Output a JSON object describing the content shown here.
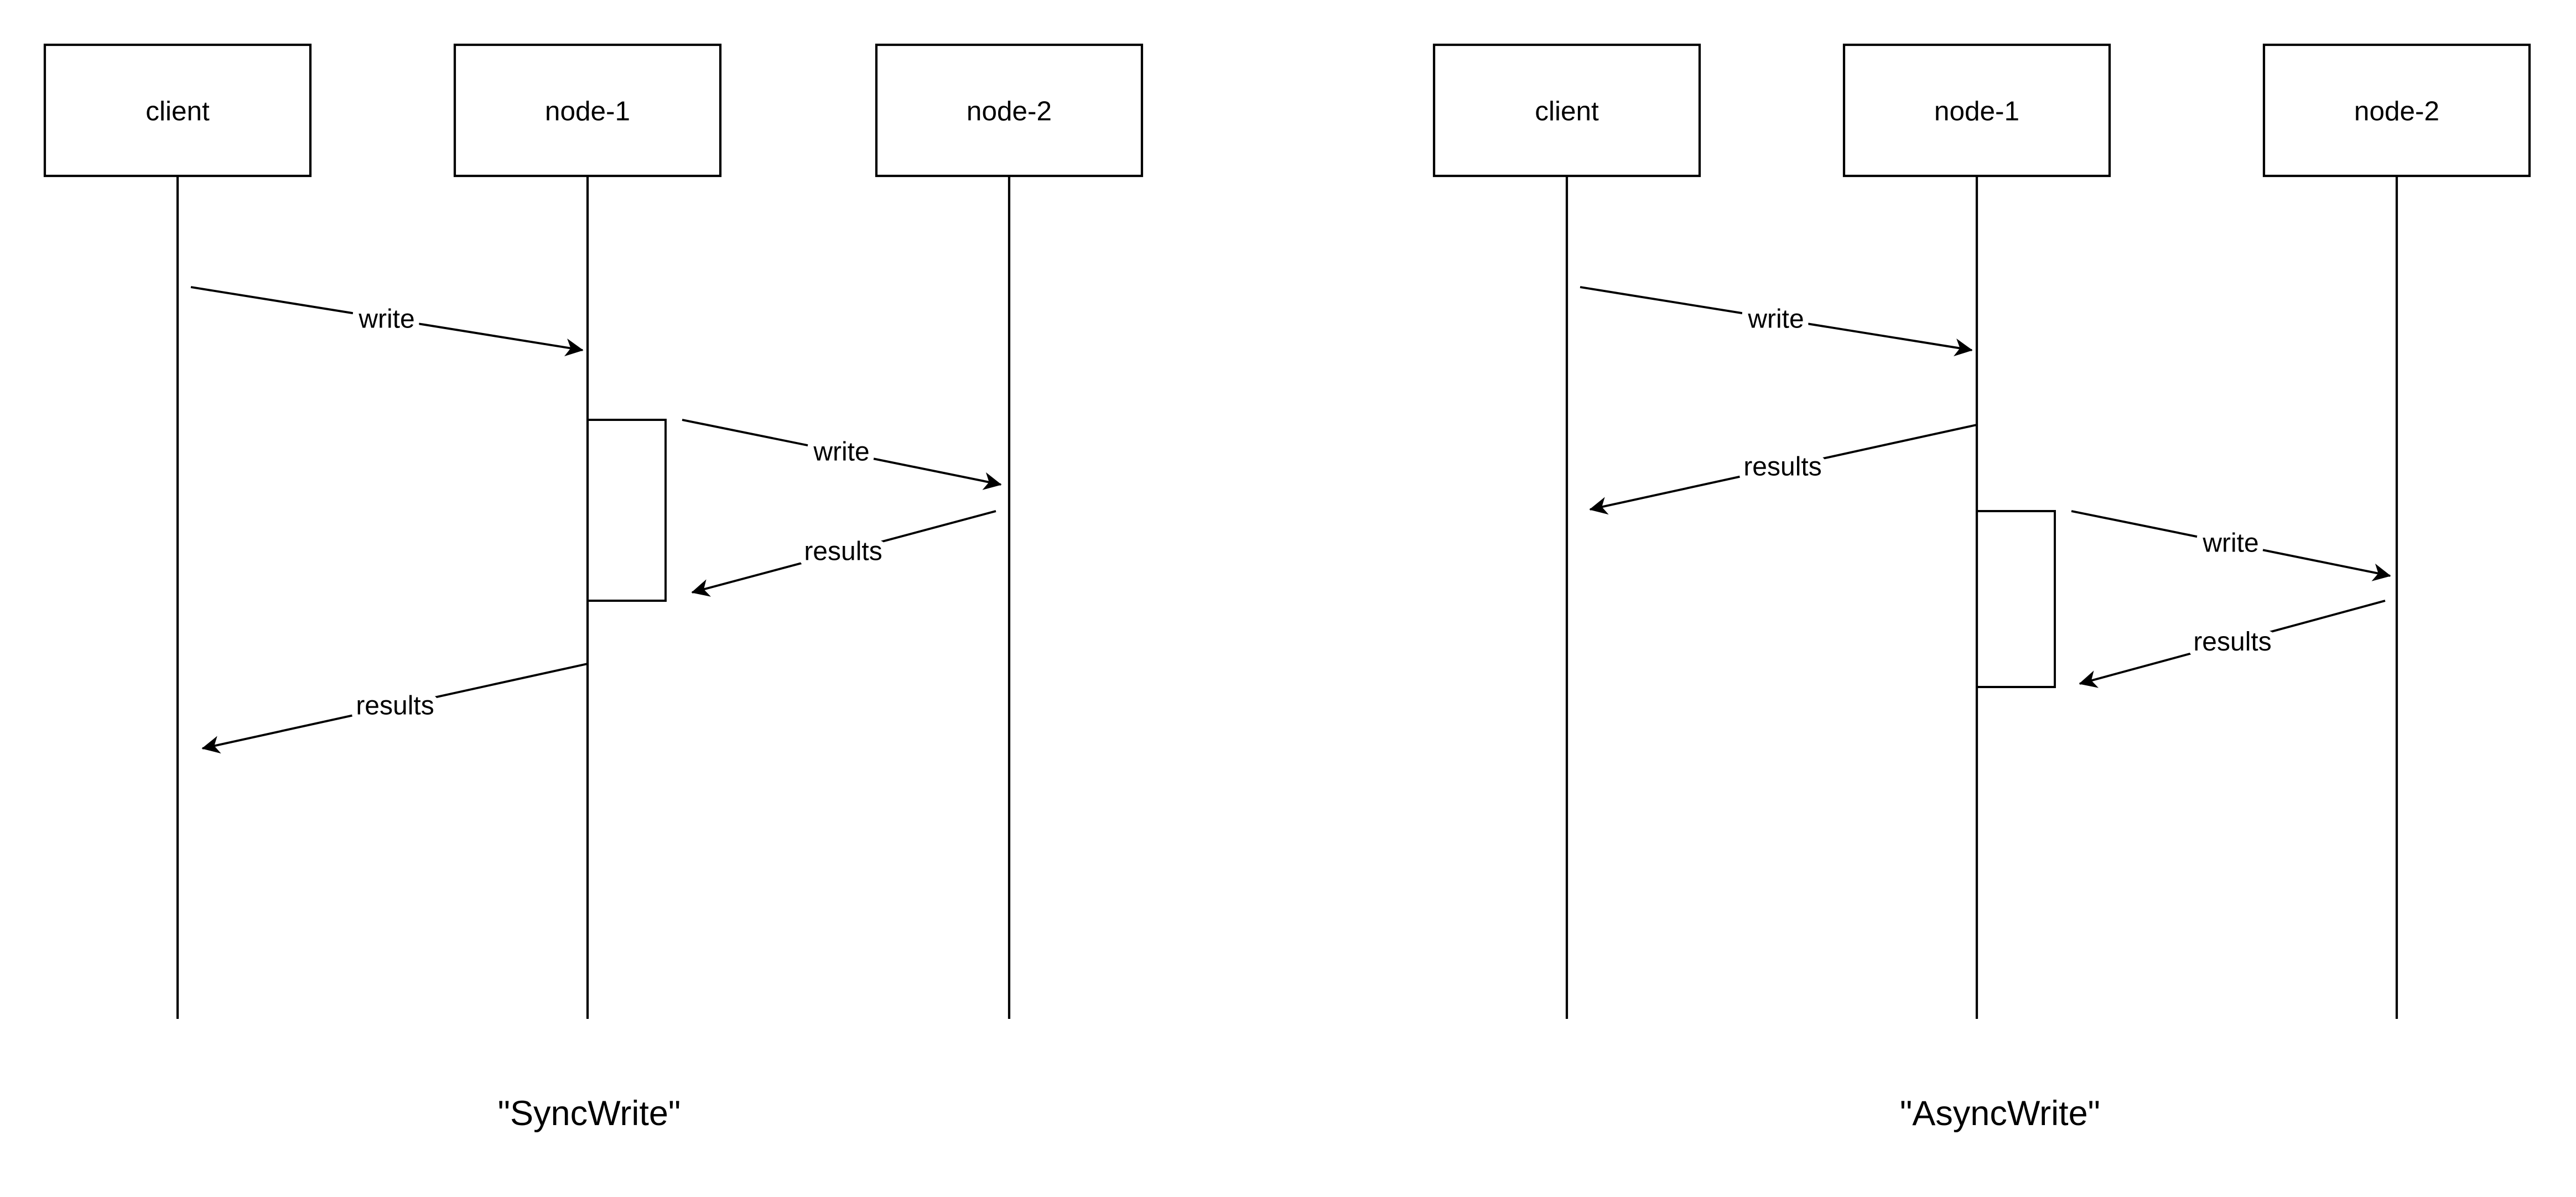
{
  "colors": {
    "background": "#ffffff",
    "stroke": "#000000",
    "text": "#000000"
  },
  "diagrams": [
    {
      "caption": "\"SyncWrite\"",
      "actors": [
        {
          "name": "client"
        },
        {
          "name": "node-1"
        },
        {
          "name": "node-2"
        }
      ],
      "messages": [
        {
          "from": "client",
          "to": "node-1",
          "label": "write"
        },
        {
          "from": "node-1",
          "to": "node-2",
          "label": "write"
        },
        {
          "from": "node-2",
          "to": "node-1",
          "label": "results"
        },
        {
          "from": "node-1",
          "to": "client",
          "label": "results"
        }
      ]
    },
    {
      "caption": "\"AsyncWrite\"",
      "actors": [
        {
          "name": "client"
        },
        {
          "name": "node-1"
        },
        {
          "name": "node-2"
        }
      ],
      "messages": [
        {
          "from": "client",
          "to": "node-1",
          "label": "write"
        },
        {
          "from": "node-1",
          "to": "client",
          "label": "results"
        },
        {
          "from": "node-1",
          "to": "node-2",
          "label": "write"
        },
        {
          "from": "node-2",
          "to": "node-1",
          "label": "results"
        }
      ]
    }
  ]
}
